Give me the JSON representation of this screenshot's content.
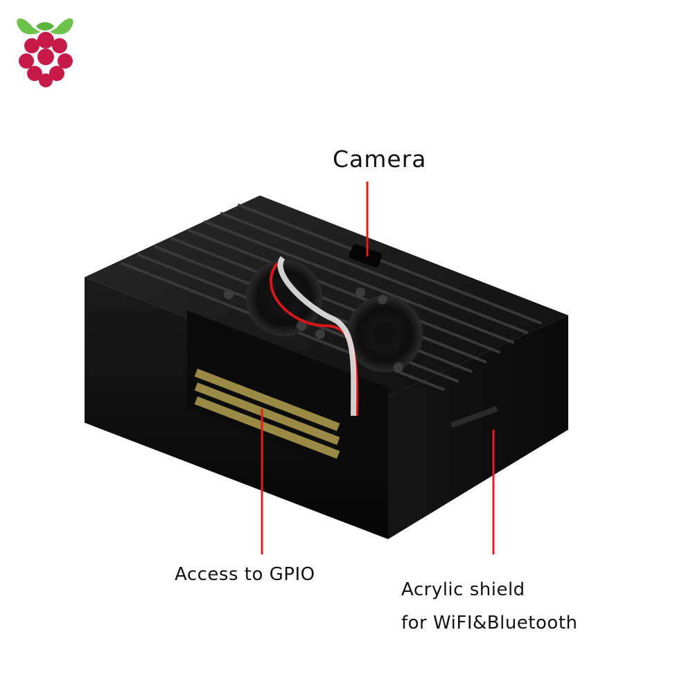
{
  "logo": {
    "icon": "raspberry-pi-logo",
    "leaf_color": "#6cc24a",
    "berry_color": "#c51a4a"
  },
  "product": {
    "body_color": "#111111",
    "accent_color": "#e11d1d"
  },
  "callouts": {
    "camera": "Camera",
    "gpio": "Access to GPIO",
    "shield_line1": "Acrylic shield",
    "shield_line2": "for WiFI&Bluetooth"
  }
}
